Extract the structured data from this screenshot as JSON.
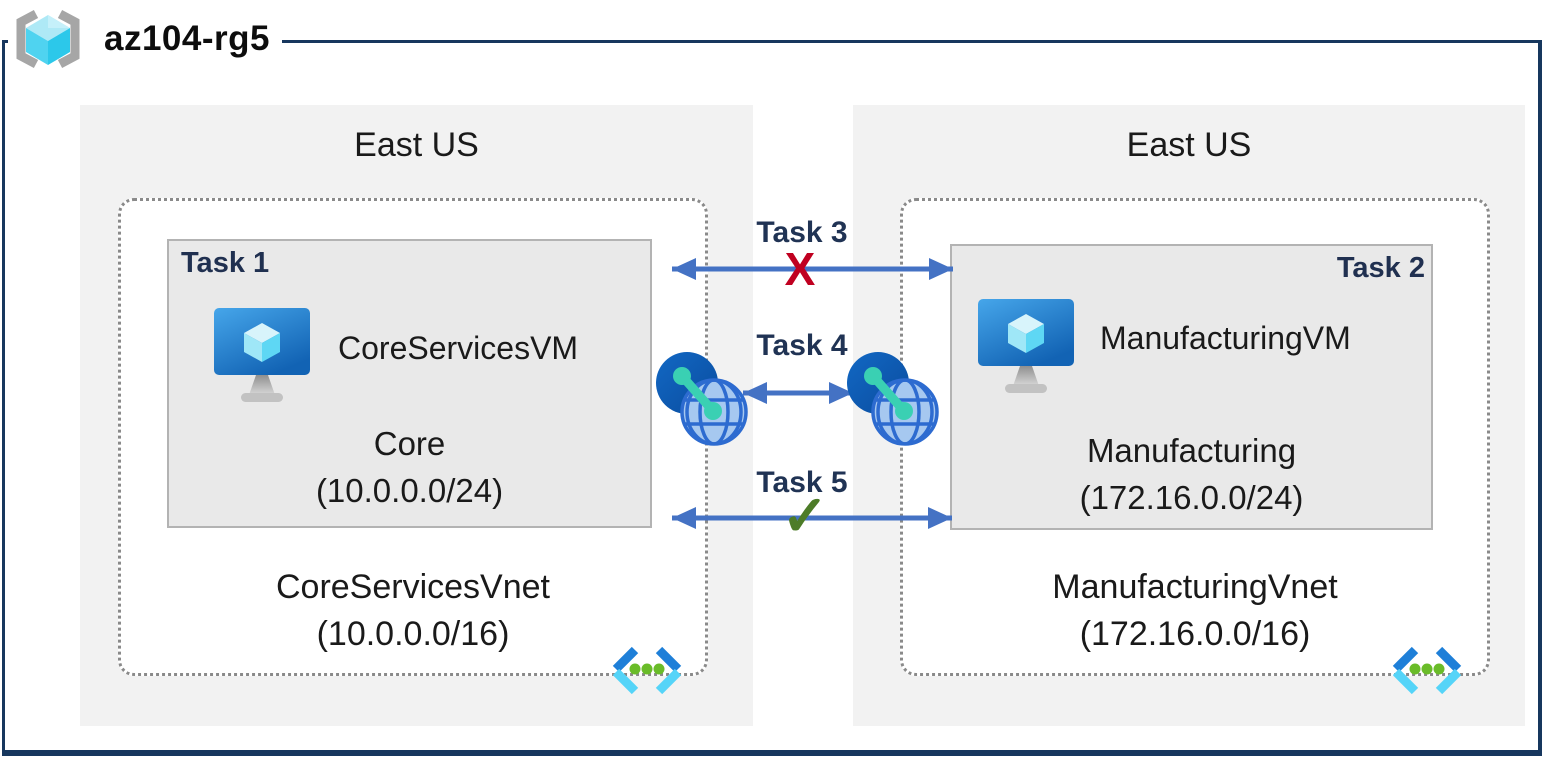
{
  "header": {
    "title": "az104-rg5",
    "icon": "resource-group-icon"
  },
  "regions": [
    {
      "name": "East US",
      "vnet": {
        "name": "CoreServicesVnet",
        "cidr": "(10.0.0.0/16)",
        "icon": "virtual-network-icon",
        "subnet": {
          "task": "Task 1",
          "vm": "CoreServicesVM",
          "vm_icon": "virtual-machine-icon",
          "name": "Core",
          "cidr": "(10.0.0.0/24)"
        }
      }
    },
    {
      "name": "East US",
      "vnet": {
        "name": "ManufacturingVnet",
        "cidr": "(172.16.0.0/16)",
        "icon": "virtual-network-icon",
        "subnet": {
          "task": "Task 2",
          "vm": "ManufacturingVM",
          "vm_icon": "virtual-machine-icon",
          "name": "Manufacturing",
          "cidr": "(172.16.0.0/24)"
        }
      }
    }
  ],
  "connections": [
    {
      "label": "Task 3",
      "marker": "X"
    },
    {
      "label": "Task 4",
      "marker": ""
    },
    {
      "label": "Task 5",
      "marker": "✓"
    }
  ],
  "colors": {
    "border_navy": "#17375e",
    "arrow_blue": "#4472c4",
    "blocked_red": "#c00020",
    "allowed_green": "#4d7c28",
    "region_bg": "#f2f2f2",
    "subnet_bg": "#e9e9e9",
    "azure_blue": "#1e7fd8",
    "azure_cyan": "#55d4f8",
    "peering_teal": "#3ad0b3",
    "dot_green": "#6abc29"
  }
}
